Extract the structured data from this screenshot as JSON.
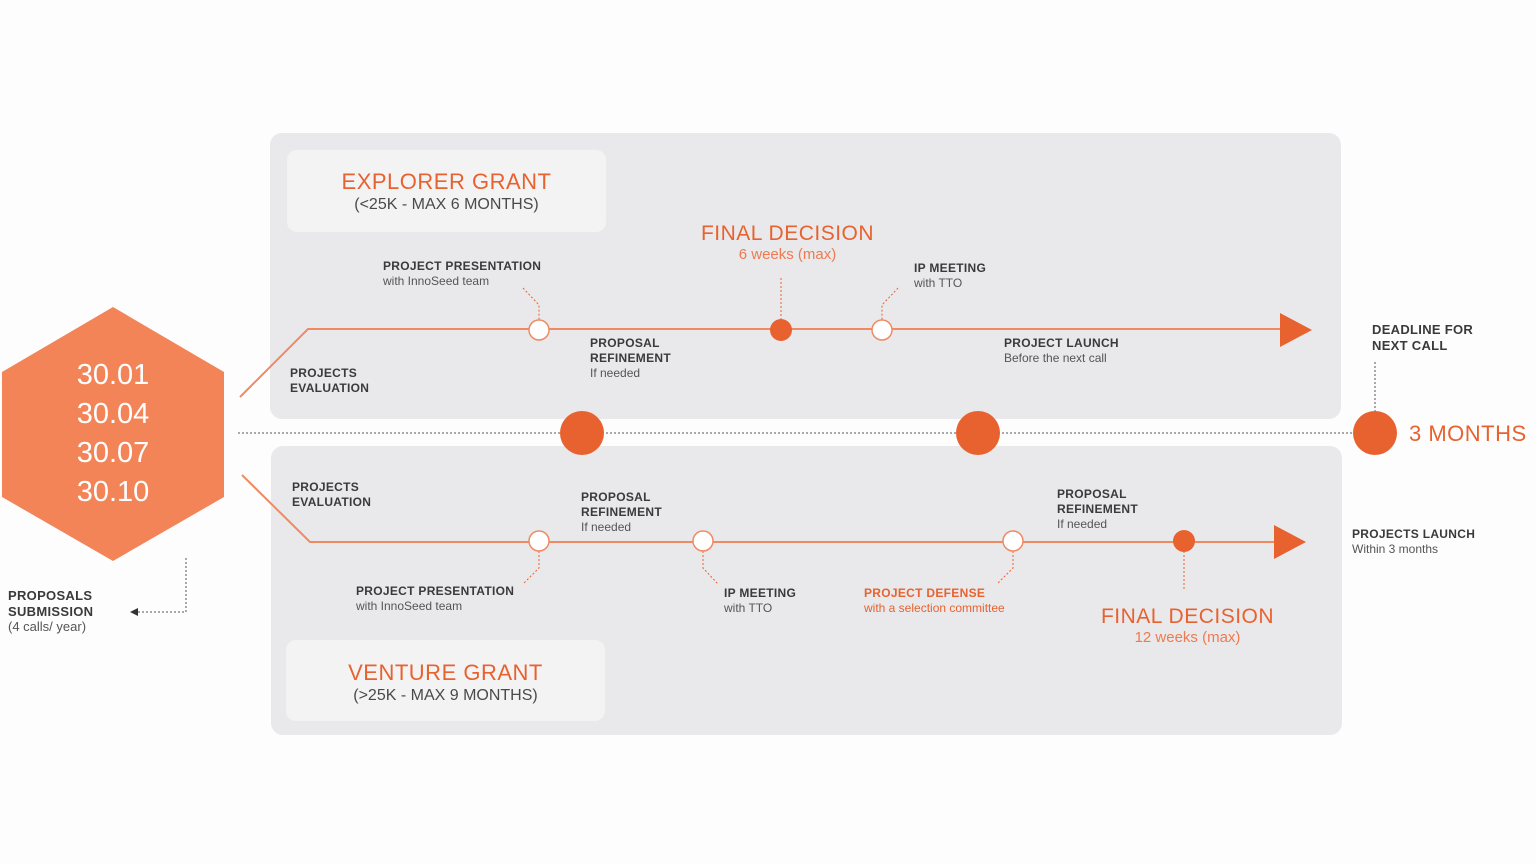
{
  "colors": {
    "accent": "#e8622f",
    "hexagon": "#f28458",
    "panel": "#e9e9eb"
  },
  "dates": [
    "30.01",
    "30.04",
    "30.07",
    "30.10"
  ],
  "submission": {
    "title_line1": "PROPOSALS",
    "title_line2": "SUBMISSION",
    "sub": "(4 calls/ year)"
  },
  "deadline": {
    "line1": "DEADLINE FOR",
    "line2": "NEXT CALL",
    "duration": "3 MONTHS"
  },
  "projects_launch": {
    "title": "PROJECTS LAUNCH",
    "sub": "Within 3 months"
  },
  "explorer": {
    "title": "EXPLORER GRANT",
    "subtitle": "(<25K - MAX 6 MONTHS)",
    "evaluation": {
      "line1": "PROJECTS",
      "line2": "EVALUATION"
    },
    "presentation": {
      "title": "PROJECT PRESENTATION",
      "sub": "with InnoSeed team"
    },
    "refinement": {
      "line1": "PROPOSAL",
      "line2": "REFINEMENT",
      "sub": "If needed"
    },
    "final": {
      "title": "FINAL DECISION",
      "sub": "6 weeks (max)"
    },
    "ip": {
      "title": "IP MEETING",
      "sub": "with TTO"
    },
    "launch": {
      "title": "PROJECT LAUNCH",
      "sub": "Before the next call"
    }
  },
  "venture": {
    "title": "VENTURE GRANT",
    "subtitle": "(>25K - MAX 9 MONTHS)",
    "evaluation": {
      "line1": "PROJECTS",
      "line2": "EVALUATION"
    },
    "refinement1": {
      "line1": "PROPOSAL",
      "line2": "REFINEMENT",
      "sub": "If needed"
    },
    "presentation": {
      "title": "PROJECT PRESENTATION",
      "sub": "with InnoSeed team"
    },
    "ip": {
      "title": "IP MEETING",
      "sub": "with TTO"
    },
    "defense": {
      "title": "PROJECT DEFENSE",
      "sub": "with a selection committee"
    },
    "refinement2": {
      "line1": "PROPOSAL",
      "line2": "REFINEMENT",
      "sub": "If needed"
    },
    "final": {
      "title": "FINAL DECISION",
      "sub": "12 weeks (max)"
    }
  }
}
